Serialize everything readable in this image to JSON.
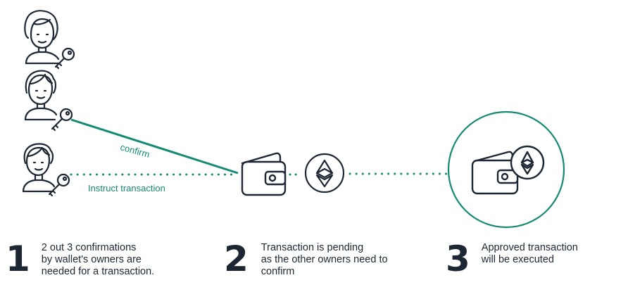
{
  "diagram": {
    "connections": {
      "confirm_label": "confirm",
      "instruct_label": "Instruct transaction"
    },
    "participants": [
      {
        "role": "owner",
        "icon": "woman-avatar-icon",
        "key_icon": "key-icon"
      },
      {
        "role": "owner",
        "icon": "man-avatar-icon",
        "key_icon": "key-icon"
      },
      {
        "role": "owner",
        "icon": "man-avatar-icon",
        "key_icon": "key-icon"
      }
    ],
    "icons": [
      "wallet-icon",
      "ethereum-icon",
      "approved-wallet-icon"
    ],
    "colors": {
      "accent": "#148a72",
      "ink": "#1d2733"
    }
  },
  "steps": [
    {
      "number": "1",
      "text": "2 out 3 confirmations\nby wallet's owners are\nneeded for a transaction."
    },
    {
      "number": "2",
      "text": "Transaction is pending\nas the other owners need to\nconfirm"
    },
    {
      "number": "3",
      "text": "Approved transaction\nwill be executed"
    }
  ]
}
